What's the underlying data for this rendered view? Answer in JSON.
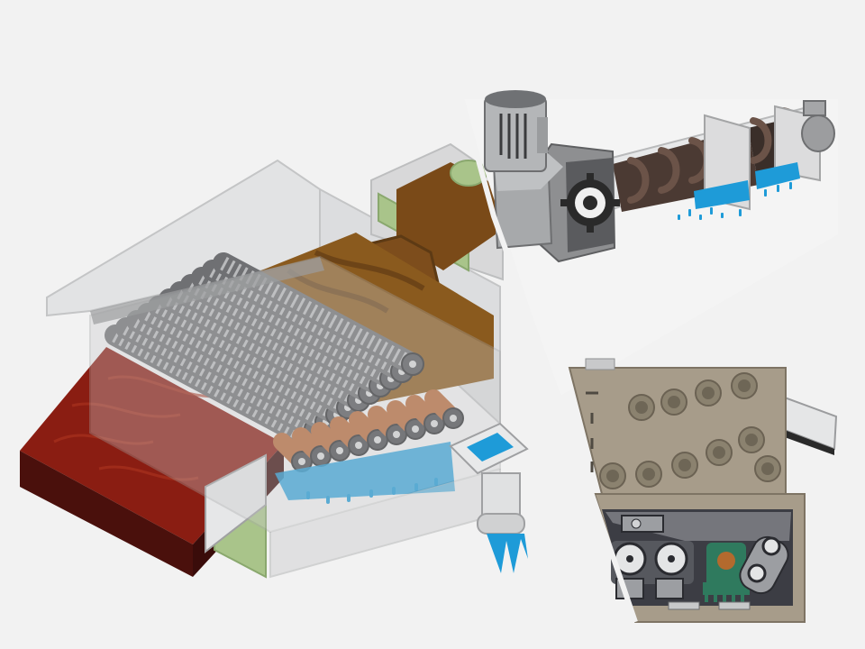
{
  "illustration": {
    "background_color": "#f2f2f2",
    "panels": [
      {
        "name": "roller-separator-machine",
        "view": "cutaway"
      },
      {
        "name": "screw-press",
        "view": "cutaway"
      },
      {
        "name": "drive-unit",
        "view": "cutaway"
      }
    ],
    "colors": {
      "sludge_dark": "#5a1410",
      "sludge_red": "#8a1d12",
      "sludge_brown": "#8a5a1e",
      "sludge_cake": "#7a4a18",
      "water": "#1e9bd8",
      "housing_gray": "#d4d5d6",
      "frame_green": "#a9c48a",
      "roller_gray": "#8a8a8c",
      "roller_copper": "#b86a3a",
      "motor_gray": "#a7a9ab",
      "gear_dark": "#2a2a2a",
      "panel_taupe": "#a79c8a",
      "inner_dark": "#3c3d44",
      "pcb_green": "#2f7a5e"
    },
    "icons": [
      "motor-icon",
      "gear-icon",
      "screw-auger-icon",
      "water-nozzle-icon",
      "roller-icon",
      "circuit-board-icon"
    ]
  }
}
